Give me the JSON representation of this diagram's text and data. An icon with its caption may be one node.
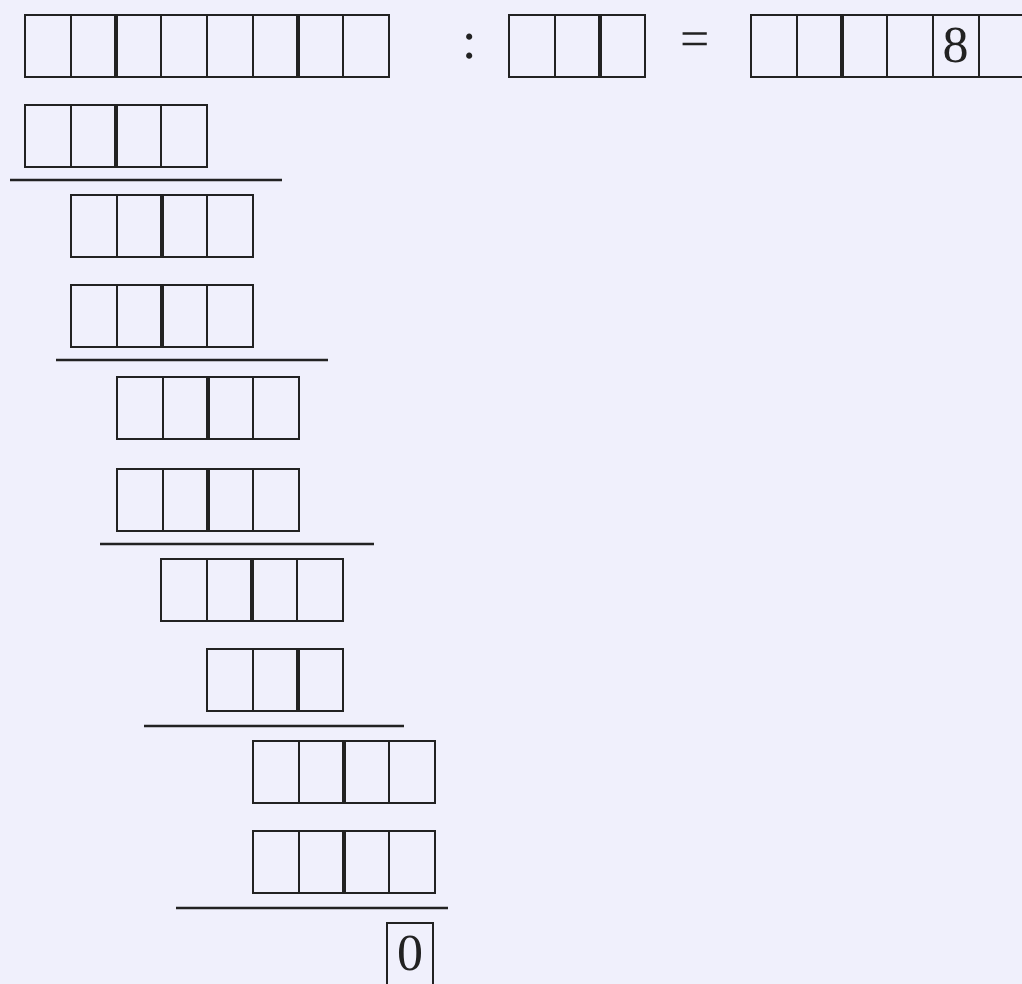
{
  "diagram": {
    "nodes": [
      {
        "text": [],
        "shape": "box"
      },
      {
        "text": [],
        "shape": "box"
      },
      {
        "text": [],
        "shape": "box"
      },
      {
        "text": [],
        "shape": "box"
      },
      {
        "text": [],
        "shape": "box"
      },
      {
        "text": [],
        "shape": "box"
      },
      {
        "text": [],
        "shape": "box"
      },
      {
        "text": [],
        "shape": "box"
      },
      {
        "text": [],
        "shape": "box"
      },
      {
        "text": [],
        "shape": "box"
      },
      {
        "text": [],
        "shape": "box"
      },
      {
        "text": [],
        "shape": "box"
      },
      {
        "text": [],
        "shape": "box"
      },
      {
        "text": [],
        "shape": "box"
      },
      {
        "text": [],
        "shape": "box"
      },
      {
        "text": [
          "8"
        ]
      },
      {
        "text": [],
        "shape": "box"
      },
      {
        "text": [],
        "shape": "box"
      },
      {
        "text": [],
        "shape": "box"
      },
      {
        "text": [],
        "shape": "box"
      },
      {
        "text": [],
        "shape": "box"
      },
      {
        "text": [],
        "shape": "box"
      },
      {
        "text": [],
        "shape": "box"
      },
      {
        "text": [],
        "shape": "box"
      },
      {
        "text": [],
        "shape": "box"
      },
      {
        "text": [],
        "shape": "box"
      },
      {
        "text": [],
        "shape": "box"
      },
      {
        "text": [],
        "shape": "box"
      },
      {
        "text": [],
        "shape": "box"
      },
      {
        "text": [],
        "shape": "box"
      },
      {
        "text": [],
        "shape": "box"
      },
      {
        "text": [],
        "shape": "box"
      },
      {
        "text": [],
        "shape": "box"
      },
      {
        "text": [],
        "shape": "box"
      },
      {
        "text": [],
        "shape": "box"
      },
      {
        "text": [],
        "shape": "box"
      },
      {
        "text": [],
        "shape": "box"
      },
      {
        "text": [],
        "shape": "box"
      },
      {
        "text": [],
        "shape": "box"
      },
      {
        "text": [],
        "shape": "box"
      },
      {
        "text": [],
        "shape": "box"
      },
      {
        "text": [],
        "shape": "box"
      },
      {
        "text": [],
        "shape": "box"
      },
      {
        "text": [],
        "shape": "box"
      },
      {
        "text": [],
        "shape": "box"
      },
      {
        "text": [],
        "shape": "box"
      },
      {
        "text": [],
        "shape": "box"
      },
      {
        "text": [],
        "shape": "box"
      },
      {
        "text": [],
        "shape": "box"
      },
      {
        "text": [],
        "shape": "box"
      },
      {
        "text": [],
        "shape": "box"
      },
      {
        "text": [],
        "shape": "box"
      },
      {
        "text": [
          "0"
        ]
      }
    ],
    "labels": [
      ":",
      "="
    ]
  }
}
